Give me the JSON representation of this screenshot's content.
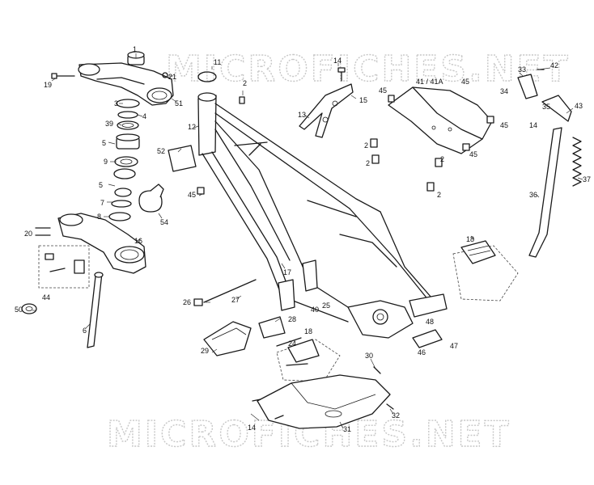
{
  "watermark": "MICROFICHES.NET",
  "callouts": [
    {
      "id": "c1",
      "text": "1"
    },
    {
      "id": "c2a",
      "text": "2"
    },
    {
      "id": "c2b",
      "text": "2"
    },
    {
      "id": "c2c",
      "text": "2"
    },
    {
      "id": "c2d",
      "text": "2"
    },
    {
      "id": "c2e",
      "text": "2"
    },
    {
      "id": "c3",
      "text": "3"
    },
    {
      "id": "c4",
      "text": "4"
    },
    {
      "id": "c5a",
      "text": "5"
    },
    {
      "id": "c5b",
      "text": "5"
    },
    {
      "id": "c6",
      "text": "6"
    },
    {
      "id": "c7",
      "text": "7"
    },
    {
      "id": "c8",
      "text": "8"
    },
    {
      "id": "c9",
      "text": "9"
    },
    {
      "id": "c11",
      "text": "11"
    },
    {
      "id": "c12",
      "text": "12"
    },
    {
      "id": "c13",
      "text": "13"
    },
    {
      "id": "c14a",
      "text": "14"
    },
    {
      "id": "c14b",
      "text": "14"
    },
    {
      "id": "c14c",
      "text": "14"
    },
    {
      "id": "c15",
      "text": "15"
    },
    {
      "id": "c16",
      "text": "16"
    },
    {
      "id": "c17",
      "text": "17"
    },
    {
      "id": "c18a",
      "text": "18"
    },
    {
      "id": "c18b",
      "text": "18"
    },
    {
      "id": "c19",
      "text": "19"
    },
    {
      "id": "c20",
      "text": "20"
    },
    {
      "id": "c21",
      "text": "21"
    },
    {
      "id": "c24",
      "text": "24"
    },
    {
      "id": "c25",
      "text": "25"
    },
    {
      "id": "c26",
      "text": "26"
    },
    {
      "id": "c27",
      "text": "27"
    },
    {
      "id": "c28",
      "text": "28"
    },
    {
      "id": "c29",
      "text": "29"
    },
    {
      "id": "c30",
      "text": "30"
    },
    {
      "id": "c31",
      "text": "31"
    },
    {
      "id": "c32",
      "text": "32"
    },
    {
      "id": "c33",
      "text": "33"
    },
    {
      "id": "c34",
      "text": "34"
    },
    {
      "id": "c35",
      "text": "35"
    },
    {
      "id": "c36",
      "text": "36"
    },
    {
      "id": "c37",
      "text": "37"
    },
    {
      "id": "c39",
      "text": "39"
    },
    {
      "id": "c40",
      "text": "40"
    },
    {
      "id": "c41",
      "text": "41 / 41A"
    },
    {
      "id": "c42",
      "text": "42"
    },
    {
      "id": "c43",
      "text": "43"
    },
    {
      "id": "c44",
      "text": "44"
    },
    {
      "id": "c45a",
      "text": "45"
    },
    {
      "id": "c45b",
      "text": "45"
    },
    {
      "id": "c45c",
      "text": "45"
    },
    {
      "id": "c45d",
      "text": "45"
    },
    {
      "id": "c45e",
      "text": "45"
    },
    {
      "id": "c46",
      "text": "46"
    },
    {
      "id": "c47",
      "text": "47"
    },
    {
      "id": "c48",
      "text": "48"
    },
    {
      "id": "c50",
      "text": "50"
    },
    {
      "id": "c51",
      "text": "51"
    },
    {
      "id": "c52",
      "text": "52"
    },
    {
      "id": "c54",
      "text": "54"
    }
  ]
}
